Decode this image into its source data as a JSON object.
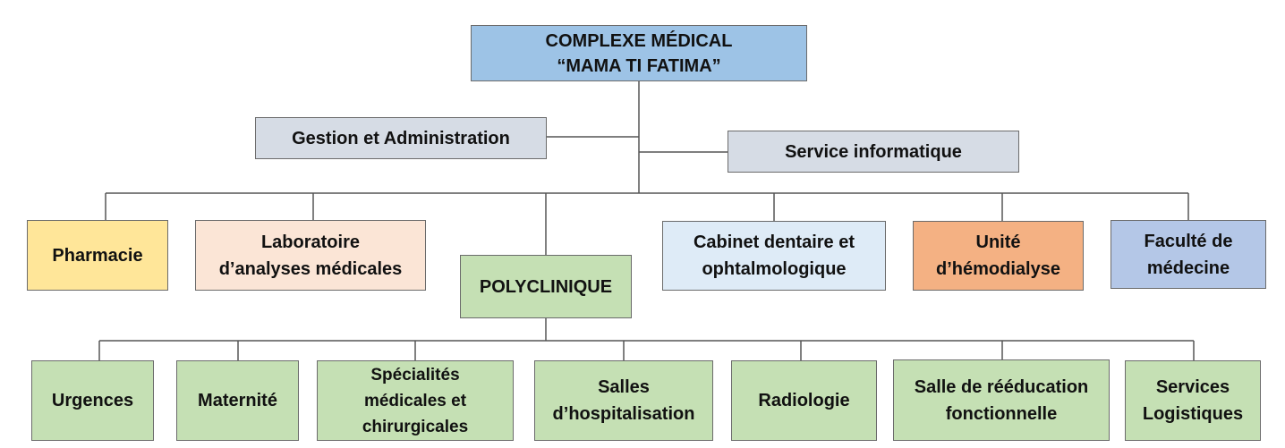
{
  "colors": {
    "root": "#9dc3e6",
    "admin": "#d6dce5",
    "pharmacy": "#ffe699",
    "laboratory": "#fbe5d6",
    "polyclinic": "#c5e0b4",
    "dental": "#deebf7",
    "dialysis": "#f4b183",
    "faculty": "#b4c7e7",
    "service": "#c5e0b4",
    "line": "#555555"
  },
  "root": {
    "line1": "COMPLEXE MÉDICAL",
    "line2": "“MAMA TI FATIMA”"
  },
  "admin_units": {
    "management": "Gestion et Administration",
    "it_service": "Service informatique"
  },
  "departments": {
    "pharmacy": "Pharmacie",
    "laboratory": "Laboratoire\nd’analyses médicales",
    "polyclinic": "POLYCLINIQUE",
    "dental": "Cabinet dentaire et\nophtalmologique",
    "dialysis": "Unité\nd’hémodialyse",
    "faculty": "Faculté de\nmédecine"
  },
  "polyclinic_services": {
    "emergency": "Urgences",
    "maternity": "Maternité",
    "specialties": "Spécialités\nmédicales et\nchirurgicales",
    "hospitalization": "Salles\nd’hospitalisation",
    "radiology": "Radiologie",
    "rehabilitation": "Salle de rééducation\nfonctionnelle",
    "logistics": "Services\nLogistiques"
  }
}
